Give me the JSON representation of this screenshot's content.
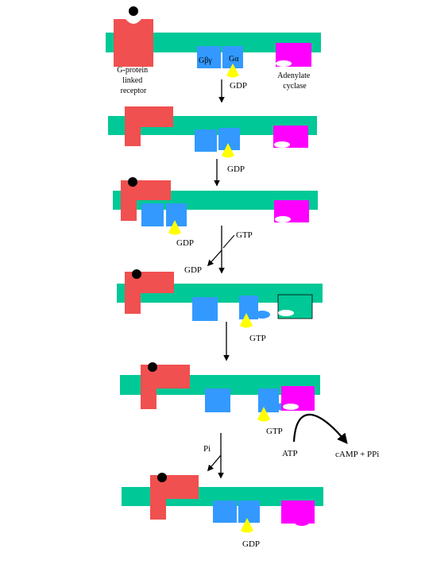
{
  "colors": {
    "membrane": "#00c896",
    "receptor": "#f05050",
    "g_protein": "#3399ff",
    "gdp_gtp": "#ffff00",
    "adenylate_cyclase_inactive": "#ff00ff",
    "adenylate_cyclase_active": "#ff00ff",
    "adenylate_cyclase_stage4": "#00c896",
    "ligand": "#000000"
  },
  "labels": {
    "receptor": [
      "G-protein",
      "linked",
      "receptor"
    ],
    "adenylate_cyclase": [
      "Adenylate",
      "cyclase"
    ],
    "g_beta_gamma": "Gβγ",
    "g_alpha": "Gα",
    "stage1_gdp": "GDP",
    "arrow1_gdp": "GDP",
    "stage3_gdp": "GDP",
    "arrow3_gtp": "GTP",
    "arrow3_gdp_out": "GDP",
    "arrow4_gtp": "GTP",
    "stage5_gtp": "GTP",
    "arrow5_pi": "Pi",
    "atp": "ATP",
    "camp_ppi": "cAMP + PPi",
    "stage6_gdp": "GDP"
  }
}
